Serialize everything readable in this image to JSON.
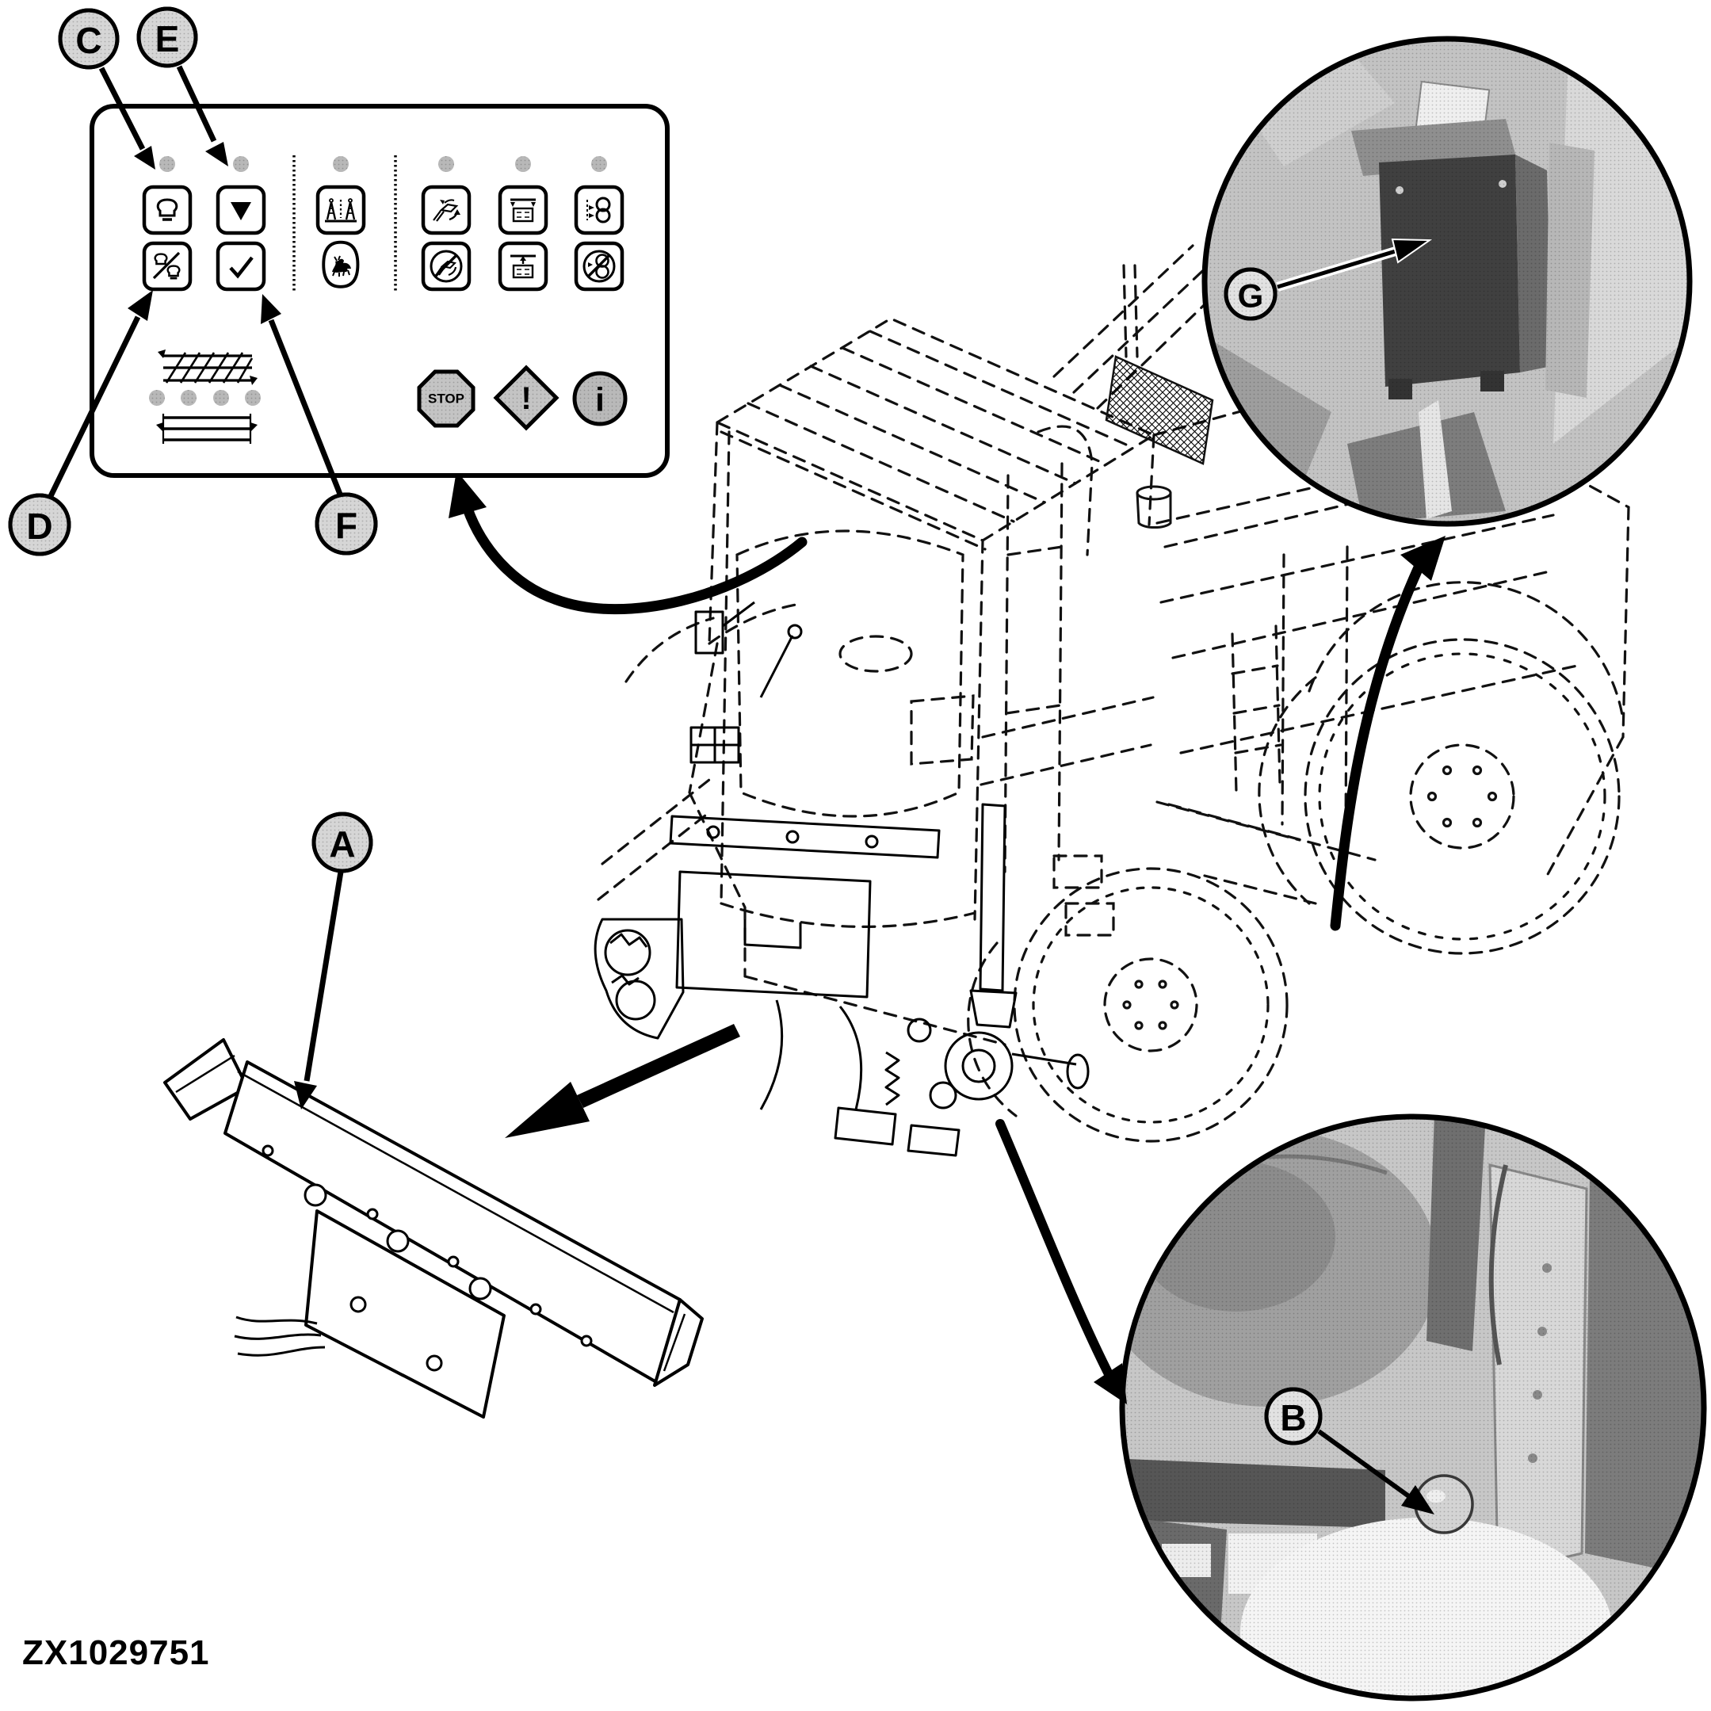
{
  "figure": {
    "caption": "ZX1029751"
  },
  "callouts": {
    "a": "A",
    "b": "B",
    "c": "C",
    "d": "D",
    "e": "E",
    "f": "F",
    "g": "G"
  },
  "panel": {
    "stop_label": "STOP",
    "warning_label": "!",
    "info_label": "i",
    "top_led_count": 6,
    "metal_detector_led_count": 4
  },
  "icons": {
    "panel_buttons": [
      "work-light",
      "light-toggle",
      "arrow-down",
      "confirm-check",
      "metal-detector",
      "john-deere-logo",
      "header-engage",
      "header-disengage",
      "shearbar-close",
      "shearbar-open",
      "knife-sharpen",
      "knife-sharpen-off"
    ],
    "status": [
      "stop-octagon",
      "warning-diamond",
      "info-circle"
    ]
  },
  "colors": {
    "ink": "#000000",
    "paper": "#ffffff",
    "badge_fill": "#d6d6d6",
    "led_fill": "#b8b8b8",
    "photo_base": "#c3c3c3"
  }
}
